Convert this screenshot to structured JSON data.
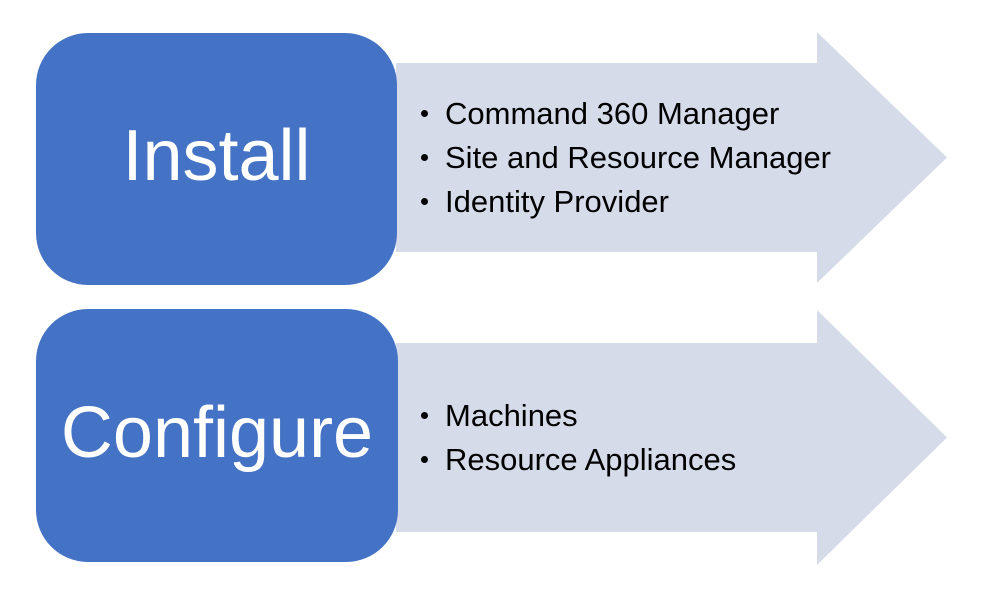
{
  "diagram": {
    "type": "process-flow",
    "background": "#FFFFFF",
    "colors": {
      "box_fill": "#4472C4",
      "box_text": "#FFFFFF",
      "arrow_fill": "#D6DBEA",
      "arrow_text": "#000000"
    },
    "steps": [
      {
        "label": "Install",
        "items": [
          "Command 360 Manager",
          "Site and Resource Manager",
          "Identity Provider"
        ]
      },
      {
        "label": "Configure",
        "items": [
          "Machines",
          "Resource Appliances"
        ]
      }
    ]
  }
}
